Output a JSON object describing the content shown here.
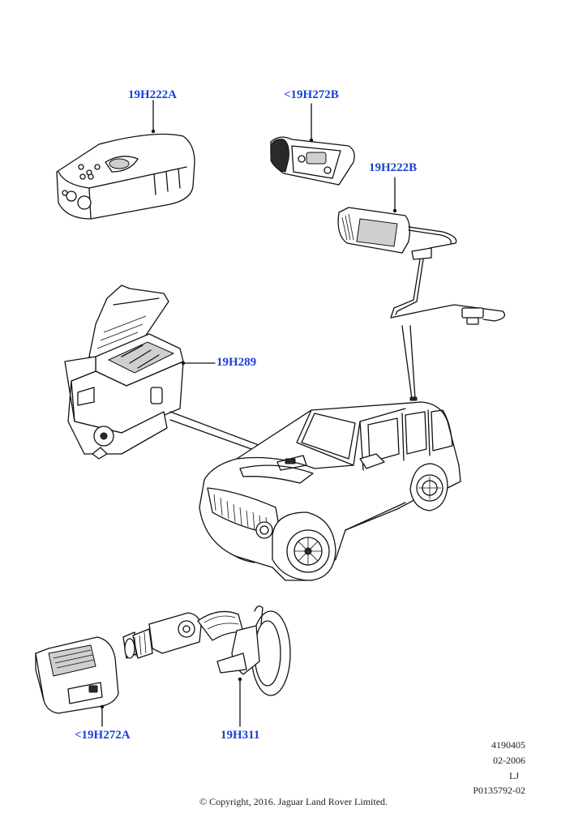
{
  "labels": {
    "remote": "19H222A",
    "camera_top": "<19H272B",
    "camera_module": "19H222B",
    "control_unit": "19H289",
    "camera_bottom": "<19H272A",
    "mount": "19H311"
  },
  "meta": {
    "ref_number": "4190405",
    "date": "02-2006",
    "code": "LJ",
    "illustration_id": "P0135792-02"
  },
  "copyright": "© Copyright, 2016. Jaguar Land Rover Limited.",
  "colors": {
    "label": "#1a3fd6",
    "line": "#111111"
  }
}
